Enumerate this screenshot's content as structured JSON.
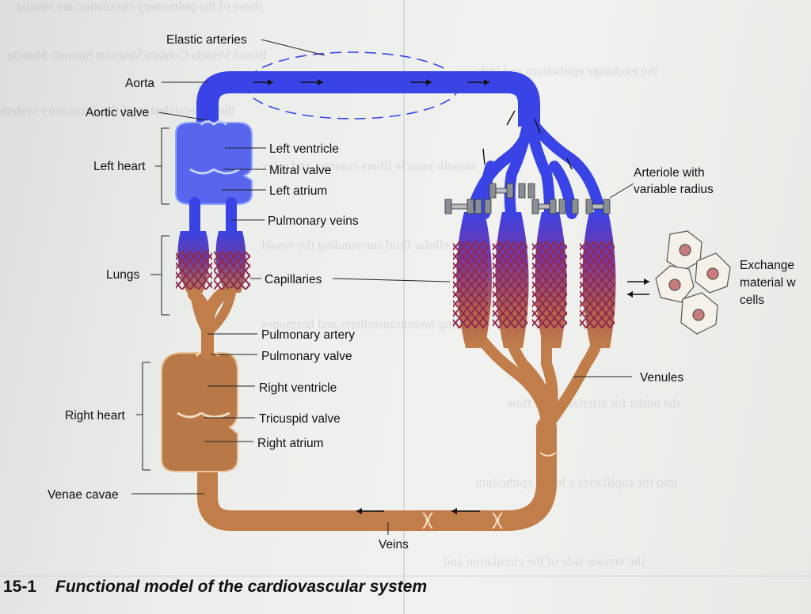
{
  "figure": {
    "number": "15-1",
    "title": "Functional model of the cardiovascular system"
  },
  "labels": {
    "elastic_arteries": "Elastic arteries",
    "aorta": "Aorta",
    "aortic_valve": "Aortic valve",
    "left_heart": "Left heart",
    "left_ventricle": "Left ventricle",
    "mitral_valve": "Mitral valve",
    "left_atrium": "Left atrium",
    "pulmonary_veins": "Pulmonary veins",
    "lungs": "Lungs",
    "capillaries": "Capillaries",
    "pulmonary_artery": "Pulmonary artery",
    "pulmonary_valve": "Pulmonary valve",
    "right_heart": "Right heart",
    "right_ventricle": "Right ventricle",
    "tricuspid_valve": "Tricuspid valve",
    "right_atrium": "Right atrium",
    "venae_cavae": "Venae cavae",
    "veins": "Veins",
    "venules": "Venules",
    "arteriole_line1": "Arteriole with",
    "arteriole_line2": "variable radius",
    "exchange_line1": "Exchange",
    "exchange_line2": "material w",
    "exchange_line3": "cells"
  },
  "colors": {
    "arterial_blue": "#3a44e6",
    "heart_blue": "#5866ee",
    "venous_brown": "#c17d4a",
    "heart_brown": "#b87848",
    "capillary_red": "#8e2a4e",
    "cell_fill": "#f6f1e8",
    "cell_nucleus": "#c97b7b",
    "page_bg": "#eceeeb"
  }
}
